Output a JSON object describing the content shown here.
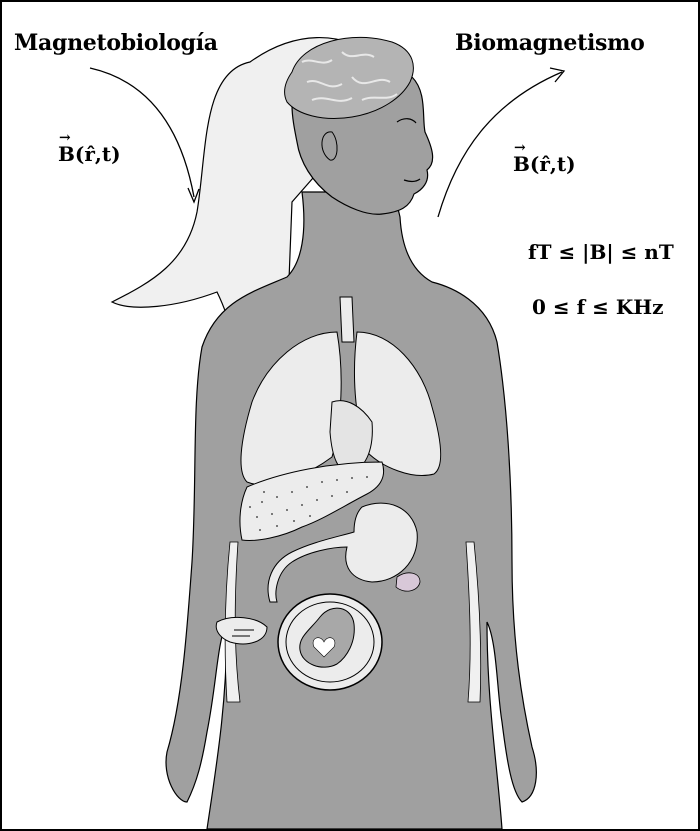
{
  "labels": {
    "left_title": "Magnetobiología",
    "right_title": "Biomagnetismo",
    "left_field": {
      "symbol": "B",
      "args": "(r̂,t)"
    },
    "right_field": {
      "symbol": "B",
      "args": "(r̂,t)"
    },
    "field_range": "fT ≤ |B| ≤ nT",
    "freq_range": "0 ≤ f ≤ KHz"
  },
  "colors": {
    "body": "#a0a0a0",
    "hair": "#f0f0f0",
    "organs": "#ececec",
    "outline": "#000000",
    "brain": "#b4b4b4",
    "ovary": "#d8c8d8"
  }
}
